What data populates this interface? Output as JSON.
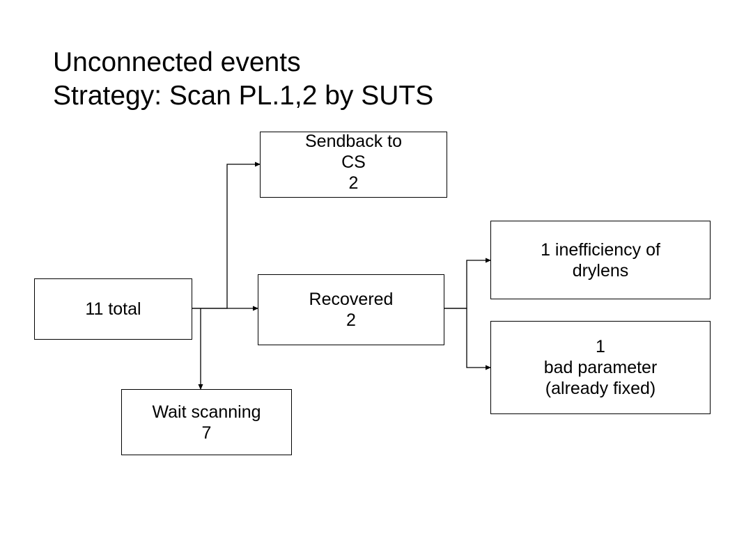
{
  "title": {
    "line1": "Unconnected events",
    "line2": "Strategy: Scan PL.1,2 by SUTS"
  },
  "nodes": {
    "total": {
      "line1": "11 total"
    },
    "sendback": {
      "line1": "Sendback to",
      "line2": "CS",
      "line3": "2"
    },
    "recovered": {
      "line1": "Recovered",
      "line2": "2"
    },
    "wait": {
      "line1": "Wait scanning",
      "line2": "7"
    },
    "inefficiency": {
      "line1": "1 inefficiency of",
      "line2": "drylens"
    },
    "bad_parameter": {
      "line1": "1",
      "line2": "bad parameter",
      "line3": "(already fixed)"
    }
  },
  "colors": {
    "stroke": "#000000",
    "background": "#ffffff"
  }
}
